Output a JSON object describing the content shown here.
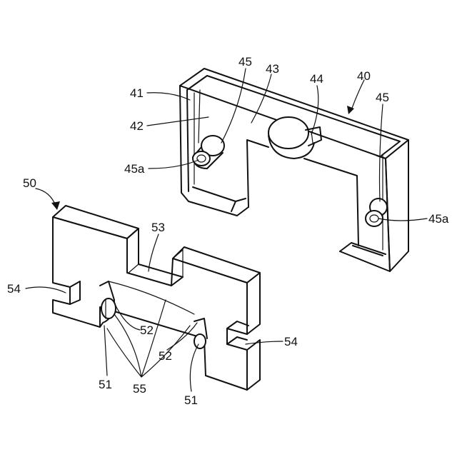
{
  "labels": {
    "l40": "40",
    "l41": "41",
    "l42": "42",
    "l43": "43",
    "l44": "44",
    "l45_left": "45",
    "l45_right": "45",
    "l45a_left": "45a",
    "l45a_right": "45a",
    "l50": "50",
    "l51_left": "51",
    "l51_right": "51",
    "l52_left": "52",
    "l52_right": "52",
    "l53": "53",
    "l54_left": "54",
    "l54_right": "54",
    "l55": "55"
  }
}
